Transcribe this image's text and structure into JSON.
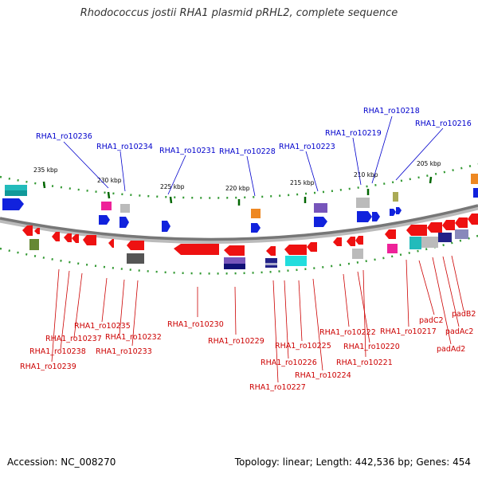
{
  "title": "Rhodococcus jostii RHA1 plasmid pRHL2, complete sequence",
  "accession": "Accession: NC_008270",
  "summary": "Topology: linear; Length: 442,536 bp; Genes: 454",
  "colors": {
    "top_label": "#0000cc",
    "bottom_label": "#cc0000",
    "backbone": "#888888",
    "tick": "#006600"
  },
  "ticks": [
    "235 kbp",
    "230 kbp",
    "225 kbp",
    "220 kbp",
    "215 kbp",
    "210 kbp",
    "205 kbp"
  ],
  "top_labels": [
    "RHA1_ro10236",
    "RHA1_ro10234",
    "RHA1_ro10231",
    "RHA1_ro10228",
    "RHA1_ro10223",
    "RHA1_ro10219",
    "RHA1_ro10218",
    "RHA1_ro10216"
  ],
  "bottom_labels": [
    "RHA1_ro10235",
    "RHA1_ro10237",
    "RHA1_ro10238",
    "RHA1_ro10239",
    "RHA1_ro10232",
    "RHA1_ro10233",
    "RHA1_ro10230",
    "RHA1_ro10229",
    "RHA1_ro10225",
    "RHA1_ro10226",
    "RHA1_ro10227",
    "RHA1_ro10224",
    "RHA1_ro10222",
    "RHA1_ro10220",
    "RHA1_ro10221",
    "RHA1_ro10217",
    "padC2",
    "padAd2",
    "padAc2",
    "padB2"
  ]
}
